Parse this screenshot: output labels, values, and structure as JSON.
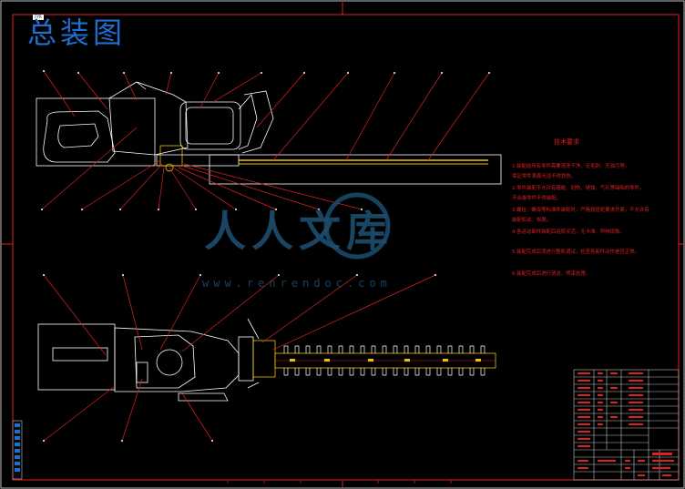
{
  "drawing": {
    "title": "总装图",
    "tag": "FYR",
    "requirements_title": "技术要求",
    "requirements": [
      "1.装配前所有零件需要清洗干净，无毛刺、无油污等。",
      "   保证零件表面光洁不得划伤。",
      "2.零件装配不允许有磕碰、划伤、锈蚀、气孔等缺陷的零件，",
      "   不合格零件不得装配。",
      "3.螺栓、螺母等标准件装配时，严格按扭矩要求拧紧，不允许有",
      "   装配松动、松脱。",
      "4.各运动部件装配后运转灵活，无卡滞、异响现象。",
      "5.装配完成后须进行整机调试，检查各部件动作是否正常。",
      "6.装配完成后进行清洁、喷漆处理。"
    ],
    "watermark_logo": "人人文库",
    "watermark_url": "www.renrendoc.com",
    "colors": {
      "background": "#000000",
      "frame": "#e02020",
      "outline": "#ffffff",
      "accent": "#f0c000",
      "title": "#1e6fd0"
    }
  }
}
